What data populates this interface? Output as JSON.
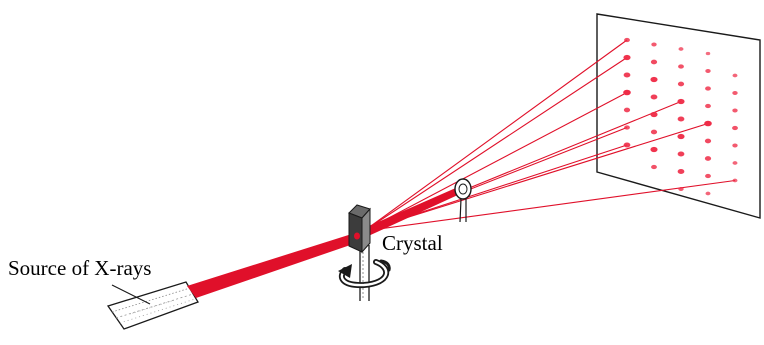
{
  "labels": {
    "source": "Source of X-rays",
    "crystal": "Crystal"
  },
  "colors": {
    "beam": "#e0102a",
    "ink": "#1a1a1a",
    "spot": "#ef2c47"
  },
  "spots": [
    {
      "col": 0,
      "row": 0,
      "strength": 0.6
    },
    {
      "col": 1,
      "row": 0,
      "strength": 0.5
    },
    {
      "col": 2,
      "row": 0,
      "strength": 0.4
    },
    {
      "col": 3,
      "row": 0,
      "strength": 0.3
    },
    {
      "col": 0,
      "row": 1,
      "strength": 0.9
    },
    {
      "col": 1,
      "row": 1,
      "strength": 0.7
    },
    {
      "col": 2,
      "row": 1,
      "strength": 0.6
    },
    {
      "col": 3,
      "row": 1,
      "strength": 0.5
    },
    {
      "col": 4,
      "row": 1,
      "strength": 0.4
    },
    {
      "col": 0,
      "row": 2,
      "strength": 0.8
    },
    {
      "col": 1,
      "row": 2,
      "strength": 0.9
    },
    {
      "col": 2,
      "row": 2,
      "strength": 0.7
    },
    {
      "col": 3,
      "row": 2,
      "strength": 0.6
    },
    {
      "col": 4,
      "row": 2,
      "strength": 0.5
    },
    {
      "col": 0,
      "row": 3,
      "strength": 1.0
    },
    {
      "col": 1,
      "row": 3,
      "strength": 0.8
    },
    {
      "col": 2,
      "row": 3,
      "strength": 0.9
    },
    {
      "col": 3,
      "row": 3,
      "strength": 0.6
    },
    {
      "col": 4,
      "row": 3,
      "strength": 0.5
    },
    {
      "col": 0,
      "row": 4,
      "strength": 0.7
    },
    {
      "col": 1,
      "row": 4,
      "strength": 0.9
    },
    {
      "col": 2,
      "row": 4,
      "strength": 0.8
    },
    {
      "col": 3,
      "row": 4,
      "strength": 1.0
    },
    {
      "col": 4,
      "row": 4,
      "strength": 0.6
    },
    {
      "col": 0,
      "row": 5,
      "strength": 0.6
    },
    {
      "col": 1,
      "row": 5,
      "strength": 0.7
    },
    {
      "col": 2,
      "row": 5,
      "strength": 0.9
    },
    {
      "col": 3,
      "row": 5,
      "strength": 0.7
    },
    {
      "col": 4,
      "row": 5,
      "strength": 0.5
    },
    {
      "col": 0,
      "row": 6,
      "strength": 0.8
    },
    {
      "col": 1,
      "row": 6,
      "strength": 0.9
    },
    {
      "col": 2,
      "row": 6,
      "strength": 0.8
    },
    {
      "col": 3,
      "row": 6,
      "strength": 0.7
    },
    {
      "col": 4,
      "row": 6,
      "strength": 0.4
    },
    {
      "col": 1,
      "row": 7,
      "strength": 0.6
    },
    {
      "col": 2,
      "row": 7,
      "strength": 0.8
    },
    {
      "col": 3,
      "row": 7,
      "strength": 0.6
    },
    {
      "col": 4,
      "row": 7,
      "strength": 0.4
    },
    {
      "col": 2,
      "row": 8,
      "strength": 0.5
    },
    {
      "col": 3,
      "row": 8,
      "strength": 0.4
    }
  ],
  "rays": [
    {
      "col": 0,
      "row": 0
    },
    {
      "col": 0,
      "row": 1
    },
    {
      "col": 0,
      "row": 3
    },
    {
      "col": 2,
      "row": 3
    },
    {
      "col": 3,
      "row": 4
    },
    {
      "col": 0,
      "row": 5
    },
    {
      "col": 0,
      "row": 6
    },
    {
      "col": 4,
      "row": 7
    }
  ]
}
